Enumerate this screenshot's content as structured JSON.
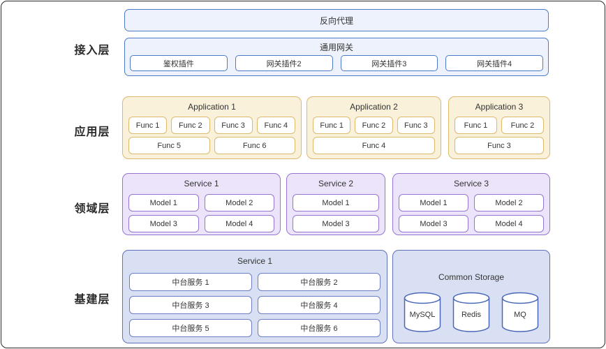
{
  "layers": {
    "access": {
      "label": "接入层",
      "proxy": "反向代理",
      "gateway": {
        "title": "通用网关",
        "plugins": [
          "鉴权插件",
          "网关插件2",
          "网关插件3",
          "网关插件4"
        ]
      }
    },
    "application": {
      "label": "应用层",
      "apps": [
        {
          "title": "Application 1",
          "row1": [
            "Func 1",
            "Func 2",
            "Func 3",
            "Func 4"
          ],
          "row2": [
            "Func 5",
            "Func 6"
          ]
        },
        {
          "title": "Application 2",
          "row1": [
            "Func 1",
            "Func 2",
            "Func 3"
          ],
          "row2": [
            "Func 4"
          ]
        },
        {
          "title": "Application 3",
          "row1": [
            "Func 1",
            "Func 2"
          ],
          "row2": [
            "Func 3"
          ]
        }
      ]
    },
    "domain": {
      "label": "领域层",
      "services": [
        {
          "title": "Service 1",
          "rows": [
            [
              "Model 1",
              "Model 2"
            ],
            [
              "Model 3",
              "Model 4"
            ]
          ]
        },
        {
          "title": "Service 2",
          "rows": [
            [
              "Model 1"
            ],
            [
              "Model 3"
            ]
          ]
        },
        {
          "title": "Service 3",
          "rows": [
            [
              "Model 1",
              "Model 2"
            ],
            [
              "Model 3",
              "Model 4"
            ]
          ]
        }
      ]
    },
    "infrastructure": {
      "label": "基建层",
      "service": {
        "title": "Service 1",
        "items": [
          "中台服务 1",
          "中台服务 2",
          "中台服务 3",
          "中台服务 4",
          "中台服务 5",
          "中台服务 6"
        ]
      },
      "storage": {
        "title": "Common Storage",
        "databases": [
          "MySQL",
          "Redis",
          "MQ"
        ]
      }
    }
  },
  "colors": {
    "access_border": "#4d7ac8",
    "access_fill": "#edf2fc",
    "application_border": "#dcb96d",
    "application_fill": "#faf1da",
    "domain_border": "#9674d3",
    "domain_fill": "#ece4fb",
    "infrastructure_border": "#5e72b9",
    "infrastructure_fill": "#dae0f3"
  }
}
